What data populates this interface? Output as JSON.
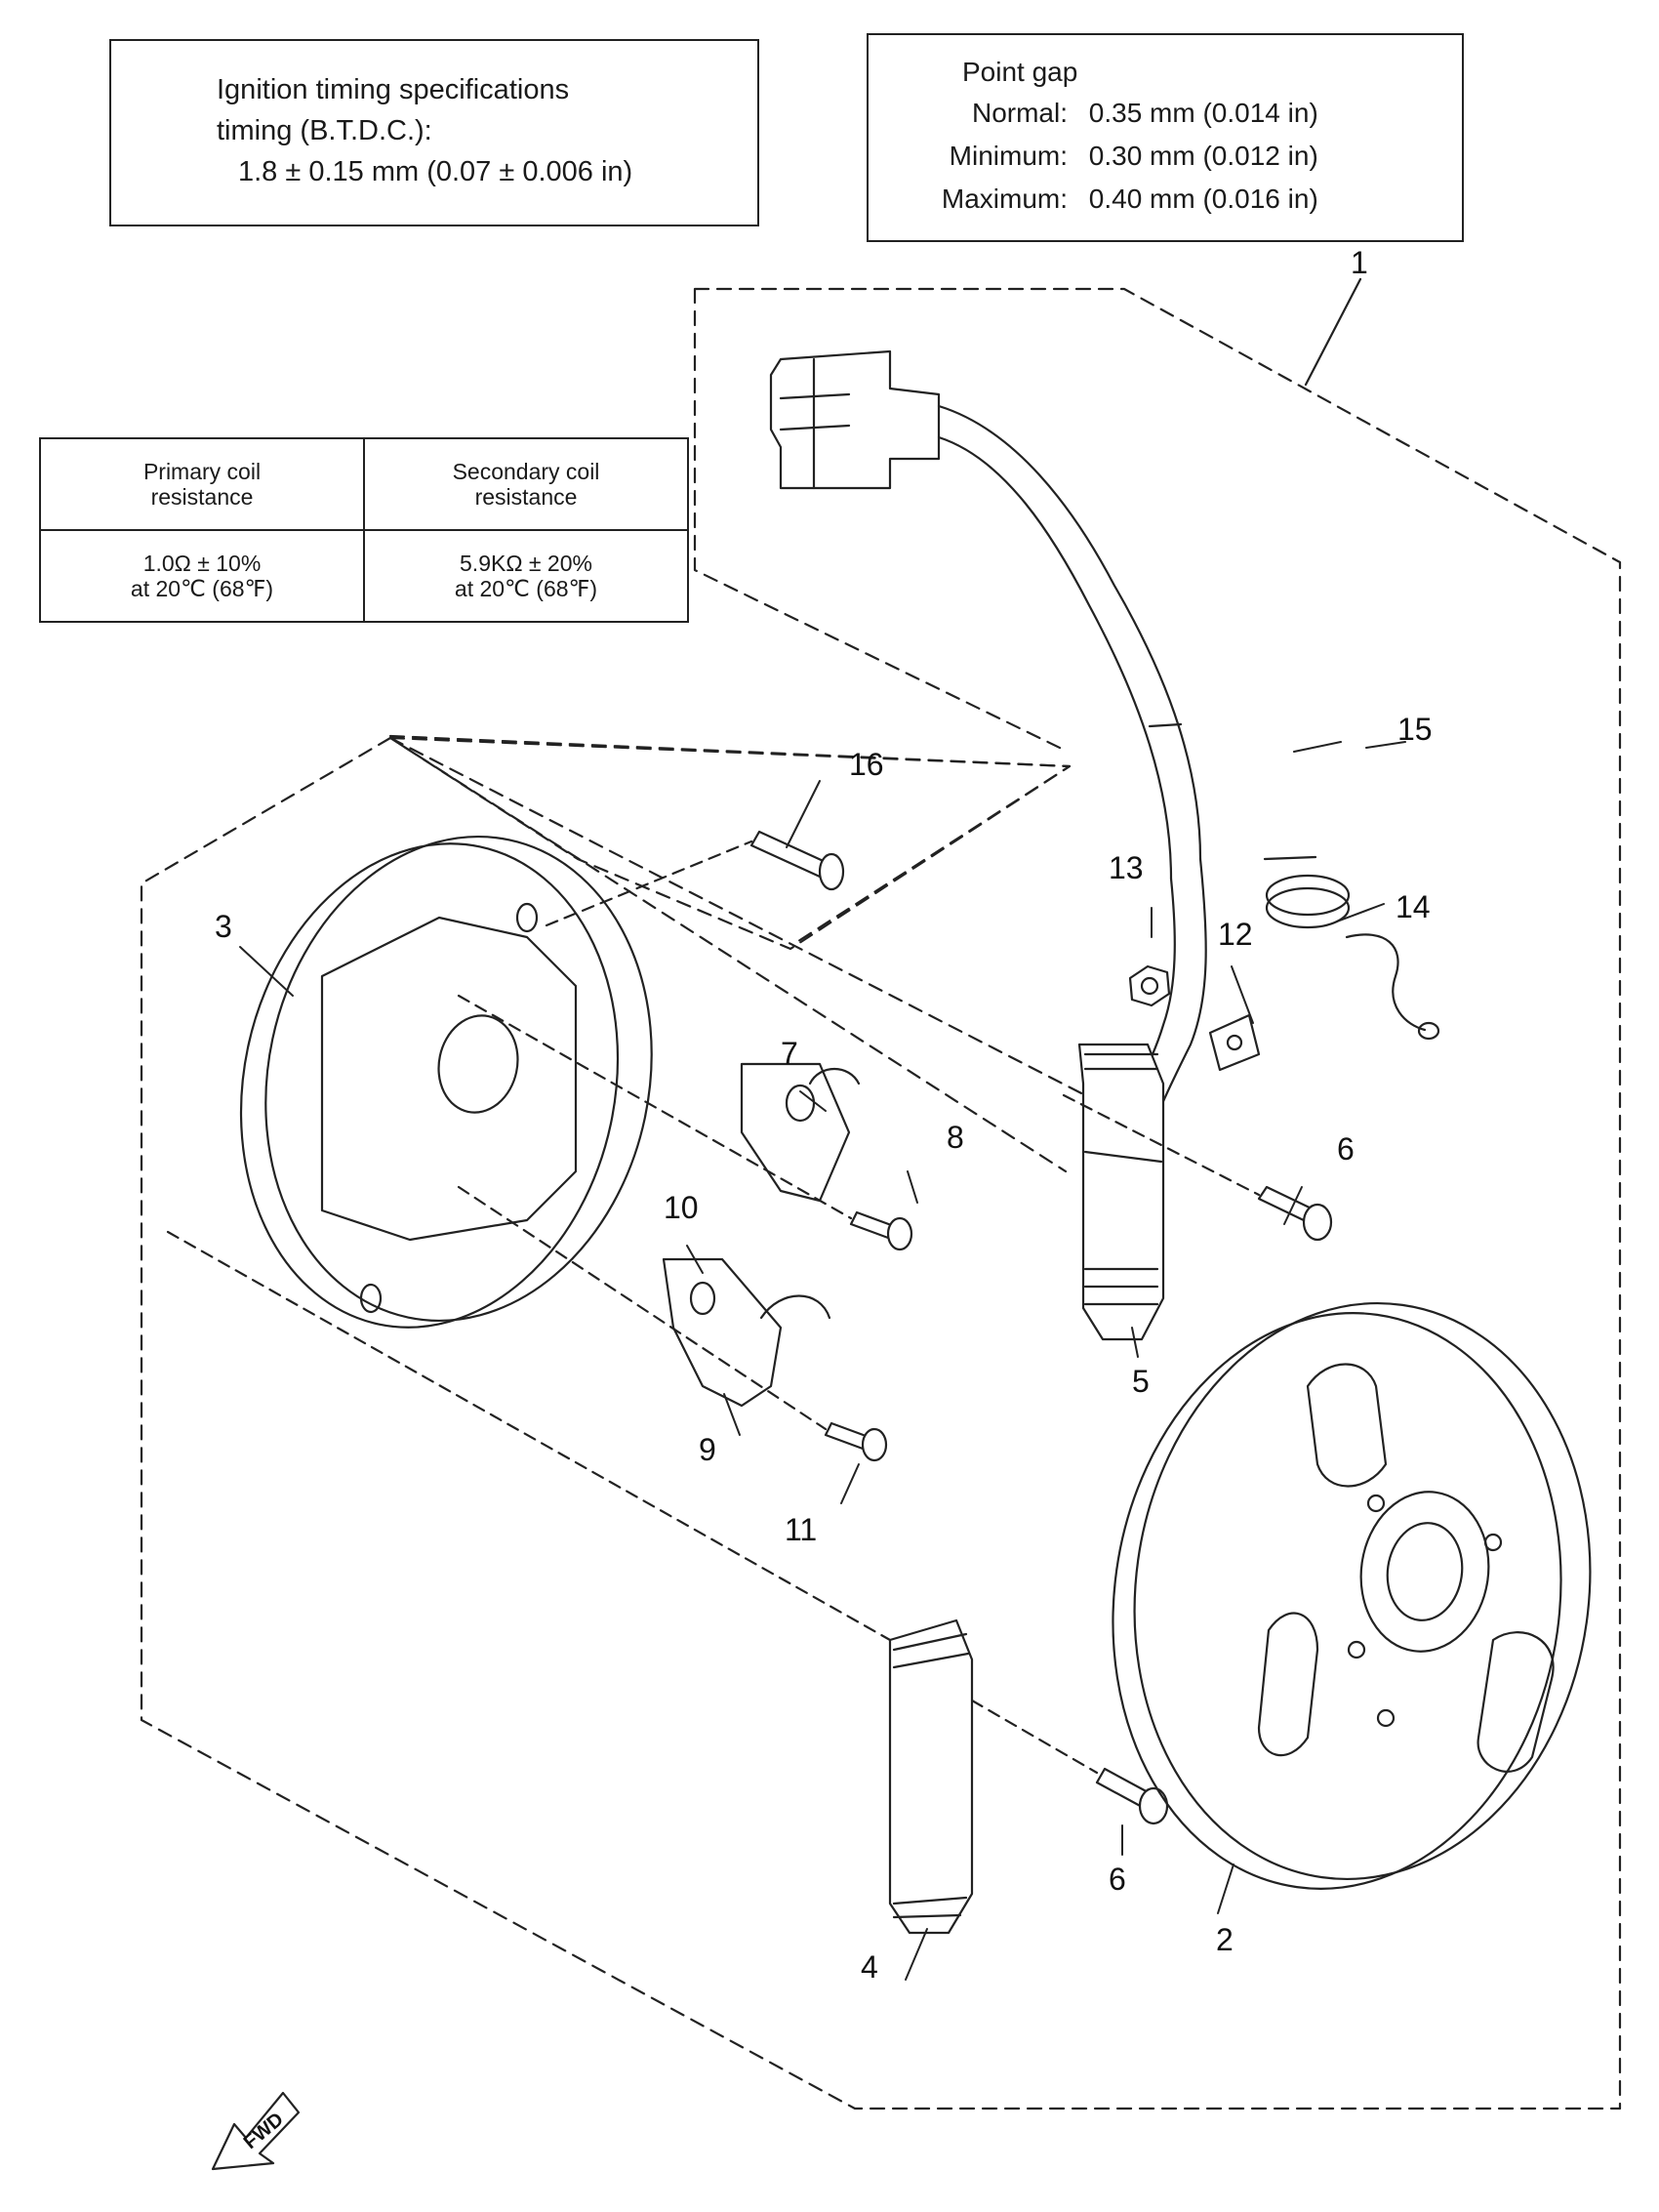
{
  "timing_spec": {
    "line1": "Ignition timing specifications",
    "line2": "timing (B.T.D.C.):",
    "line3": "1.8 ±  0.15 mm (0.07  ± 0.006 in)"
  },
  "point_gap": {
    "title": "Point gap",
    "rows": [
      {
        "label": "Normal:",
        "value": "0.35 mm (0.014 in)"
      },
      {
        "label": "Minimum:",
        "value": "0.30 mm (0.012 in)"
      },
      {
        "label": "Maximum:",
        "value": "0.40 mm (0.016 in)"
      }
    ]
  },
  "coil_table": {
    "headers": [
      {
        "line1": "Primary coil",
        "line2": "resistance"
      },
      {
        "line1": "Secondary coil",
        "line2": "resistance"
      }
    ],
    "values": [
      {
        "line1": "1.0Ω ± 10%",
        "line2": "at 20℃ (68℉)"
      },
      {
        "line1": "5.9KΩ ± 20%",
        "line2": "at 20℃ (68℉)"
      }
    ]
  },
  "callouts": [
    "1",
    "2",
    "3",
    "4",
    "5",
    "6",
    "6",
    "7",
    "8",
    "9",
    "10",
    "11",
    "12",
    "13",
    "14",
    "15",
    "16"
  ],
  "fwd_label": "FWD"
}
